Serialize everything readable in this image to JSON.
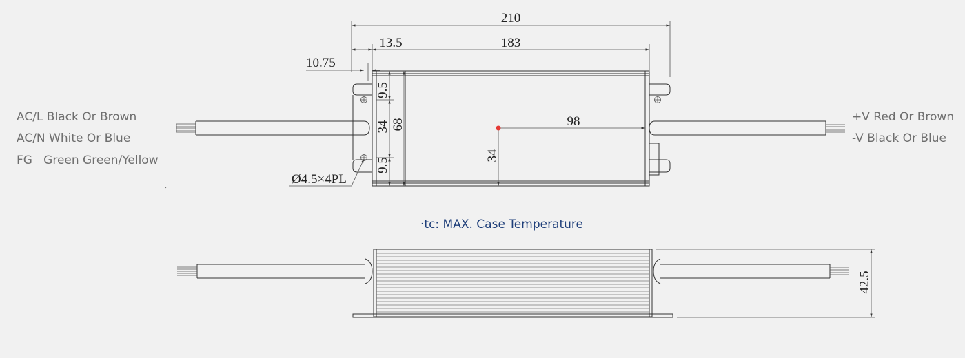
{
  "left_wires": [
    {
      "label": "AC/L Black Or Brown"
    },
    {
      "label": "AC/N White Or Blue"
    },
    {
      "label": "FG   Green Green/Yellow"
    }
  ],
  "right_wires": [
    {
      "label": "+V Red Or Brown"
    },
    {
      "label": "-V Black Or Blue"
    }
  ],
  "caption": "·tc: MAX. Case Temperature",
  "dimensions": {
    "overall_length": "210",
    "end_offset": "13.5",
    "body_length": "183",
    "flange_offset": "10.75",
    "hole_spacing_top": "9.5",
    "hole_span": "34",
    "width": "68",
    "hole_spacing_bottom": "9.5",
    "hole_spec": "Ø4.5×4PL",
    "tc_x": "98",
    "tc_y": "34",
    "height": "42.5"
  },
  "colors": {
    "line": "#333333",
    "tc_point": "#e53935",
    "caption": "#1f3f7a",
    "legend": "#6e6e6e"
  }
}
